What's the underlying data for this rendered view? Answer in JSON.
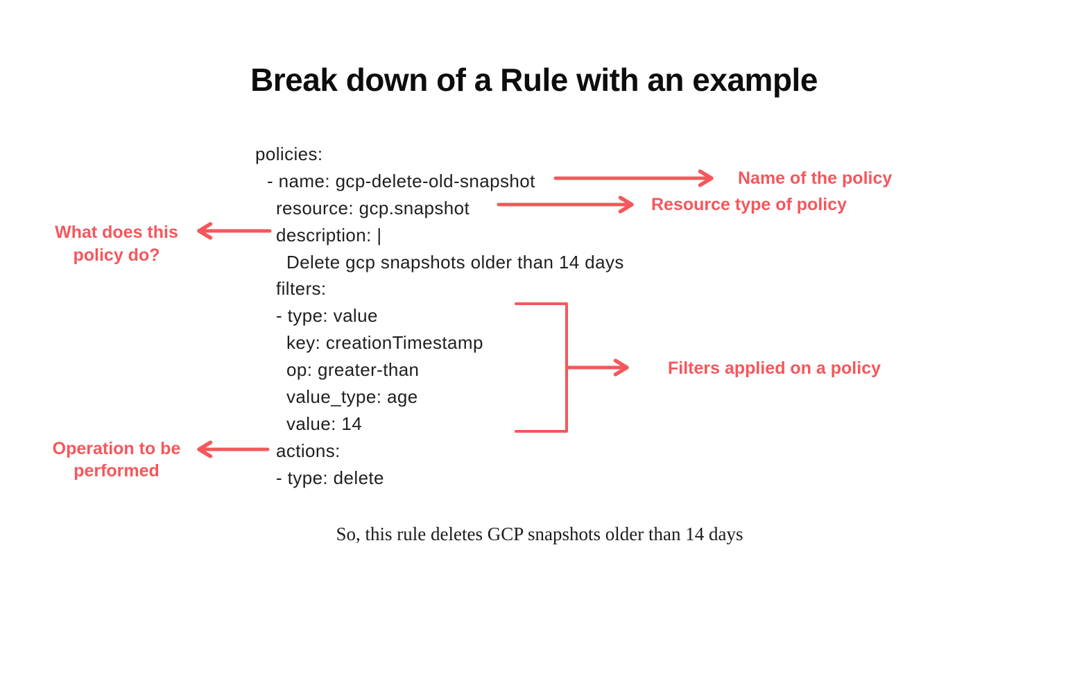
{
  "title": "Break down of a Rule with an example",
  "colors": {
    "accent": "#f4575c",
    "code_text": "#1f1f1f",
    "title_text": "#0d0d0d",
    "conclusion_text": "#1c1c1c"
  },
  "code": {
    "language": "yaml",
    "lines": [
      {
        "text": "policies:"
      },
      {
        "text": "- name: gcp-delete-old-snapshot"
      },
      {
        "text": "resource: gcp.snapshot"
      },
      {
        "text": "description: |"
      },
      {
        "text": "Delete gcp snapshots older than 14 days"
      },
      {
        "text": "filters:"
      },
      {
        "text": "- type: value"
      },
      {
        "text": "key: creationTimestamp"
      },
      {
        "text": "op: greater-than"
      },
      {
        "text": "value_type: age"
      },
      {
        "text": "value: 14"
      },
      {
        "text": "actions:"
      },
      {
        "text": "- type: delete"
      }
    ]
  },
  "annotations": {
    "name": "Name of the policy",
    "resource": "Resource type of policy",
    "description": "What does this policy do?",
    "filters": "Filters applied on a policy",
    "actions": "Operation to be performed"
  },
  "conclusion": "So, this rule deletes GCP snapshots older than 14 days"
}
